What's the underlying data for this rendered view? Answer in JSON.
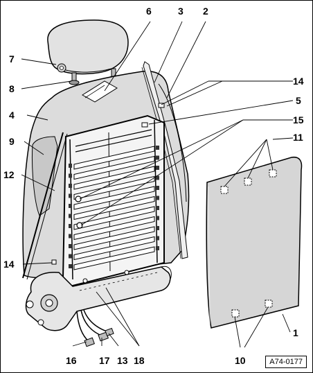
{
  "diagram": {
    "callouts": [
      {
        "id": "1",
        "text": "1"
      },
      {
        "id": "2",
        "text": "2"
      },
      {
        "id": "3",
        "text": "3"
      },
      {
        "id": "4",
        "text": "4"
      },
      {
        "id": "5",
        "text": "5"
      },
      {
        "id": "6",
        "text": "6"
      },
      {
        "id": "7",
        "text": "7"
      },
      {
        "id": "8",
        "text": "8"
      },
      {
        "id": "9",
        "text": "9"
      },
      {
        "id": "10",
        "text": "10"
      },
      {
        "id": "11",
        "text": "11"
      },
      {
        "id": "12",
        "text": "12"
      },
      {
        "id": "13",
        "text": "13"
      },
      {
        "id": "14a",
        "text": "14"
      },
      {
        "id": "14b",
        "text": "14"
      },
      {
        "id": "15",
        "text": "15"
      },
      {
        "id": "16",
        "text": "16"
      },
      {
        "id": "17",
        "text": "17"
      },
      {
        "id": "18",
        "text": "18"
      }
    ],
    "reference": "A74-0177"
  },
  "colors": {
    "line": "#000000",
    "seat_fill": "#dcdcdc",
    "panel_fill": "#d6d6d6",
    "background": "#ffffff"
  }
}
